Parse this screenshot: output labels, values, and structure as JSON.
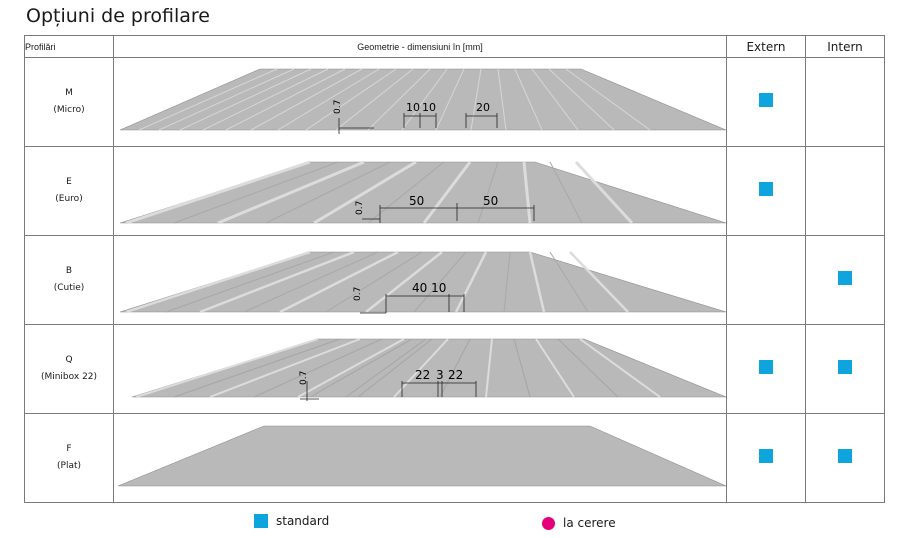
{
  "title": "Opțiuni de profilare",
  "headers": {
    "profile": "Profilări",
    "geometry": "Geometrie - dimensiuni în [mm]",
    "extern": "Extern",
    "intern": "Intern"
  },
  "rows": [
    {
      "code": "M",
      "name": "(Micro)",
      "thickness": "0.7",
      "dims": [
        "10",
        "10",
        "20"
      ],
      "extern": true,
      "intern": false
    },
    {
      "code": "E",
      "name": "(Euro)",
      "thickness": "0.7",
      "dims": [
        "50",
        "50"
      ],
      "extern": true,
      "intern": false
    },
    {
      "code": "B",
      "name": "(Cutie)",
      "thickness": "0.7",
      "dims": [
        "40 10"
      ],
      "extern": false,
      "intern": true
    },
    {
      "code": "Q",
      "name": "(Minibox 22)",
      "thickness": "0.7",
      "dims": [
        "22",
        "3",
        "22"
      ],
      "extern": true,
      "intern": true
    },
    {
      "code": "F",
      "name": "(Plat)",
      "thickness": "",
      "dims": [],
      "extern": true,
      "intern": true
    }
  ],
  "legend": {
    "standard": "standard",
    "on_request": "la cerere"
  },
  "colors": {
    "standard": "#0ea5df",
    "on_request": "#e4007d",
    "sheet": "#b9b9b9"
  }
}
